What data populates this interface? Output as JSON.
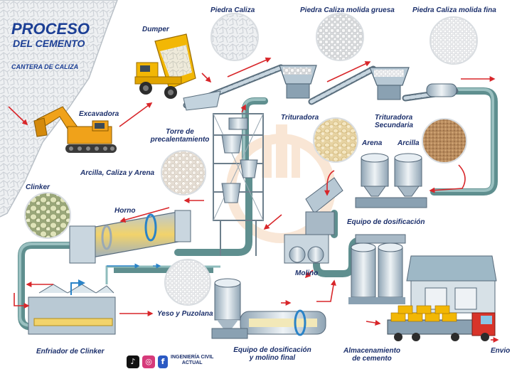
{
  "title": {
    "line1": "PROCESO",
    "line2": "DEL CEMENTO"
  },
  "subtitle": "CANTERA DE CALIZA",
  "labels": {
    "dumper": "Dumper",
    "piedra_caliza": "Piedra Caliza",
    "piedra_molida_gruesa": "Piedra Caliza molida gruesa",
    "piedra_molida_fina": "Piedra Caliza molida fina",
    "excavadora": "Excavadora",
    "torre_line1": "Torre de",
    "torre_line2": "precalentamiento",
    "trituradora": "Trituradora",
    "trituradora_sec_line1": "Trituradora",
    "trituradora_sec_line2": "Secundaria",
    "arena": "Arena",
    "arcilla": "Arcilla",
    "arcilla_caliza_arena": "Arcilla, Caliza y Arena",
    "clinker": "Clinker",
    "horno": "Horno",
    "equipo_dosificacion": "Equipo de dosificación",
    "molino": "Molino",
    "yeso_puzolana": "Yeso y Puzolana",
    "enfriador": "Enfriador de Clinker",
    "equipo_final_line1": "Equipo de dosificación",
    "equipo_final_line2": "y molino final",
    "almacen_line1": "Almacenamiento",
    "almacen_line2": "de cemento",
    "envio": "Envio"
  },
  "brand": {
    "line1": "INGENIERÍA CIVIL",
    "line2": "ACTUAL"
  },
  "social_icons": [
    "tiktok-icon",
    "instagram-icon",
    "facebook-icon"
  ],
  "colors": {
    "title": "#1c3f95",
    "label": "#1b2f6b",
    "pipe": "#6c9a9a",
    "arrow": "#d8262a",
    "truck": "#f2b705",
    "excavator": "#f0a21a"
  }
}
